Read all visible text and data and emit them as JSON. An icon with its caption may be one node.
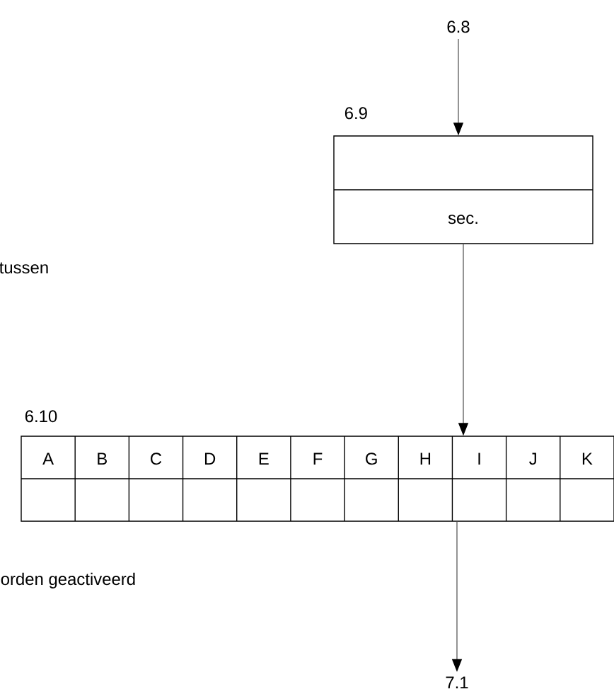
{
  "diagram": {
    "nodes": [
      {
        "text": [
          "6.8"
        ]
      },
      {
        "text": [
          "6.9",
          "sec."
        ]
      },
      {
        "text": [
          "6.10"
        ]
      },
      {
        "text": [
          "7.1"
        ]
      }
    ],
    "edges": [
      {
        "from": 0,
        "to": 1,
        "arrow": "to"
      },
      {
        "from": 1,
        "to": 2,
        "arrow": "to"
      },
      {
        "from": 2,
        "to": 3,
        "arrow": "to"
      }
    ],
    "labels": [
      "tussen",
      "A",
      "B",
      "C",
      "D",
      "E",
      "F",
      "G",
      "H",
      "I",
      "J",
      "K",
      "orden geactiveerd"
    ]
  }
}
